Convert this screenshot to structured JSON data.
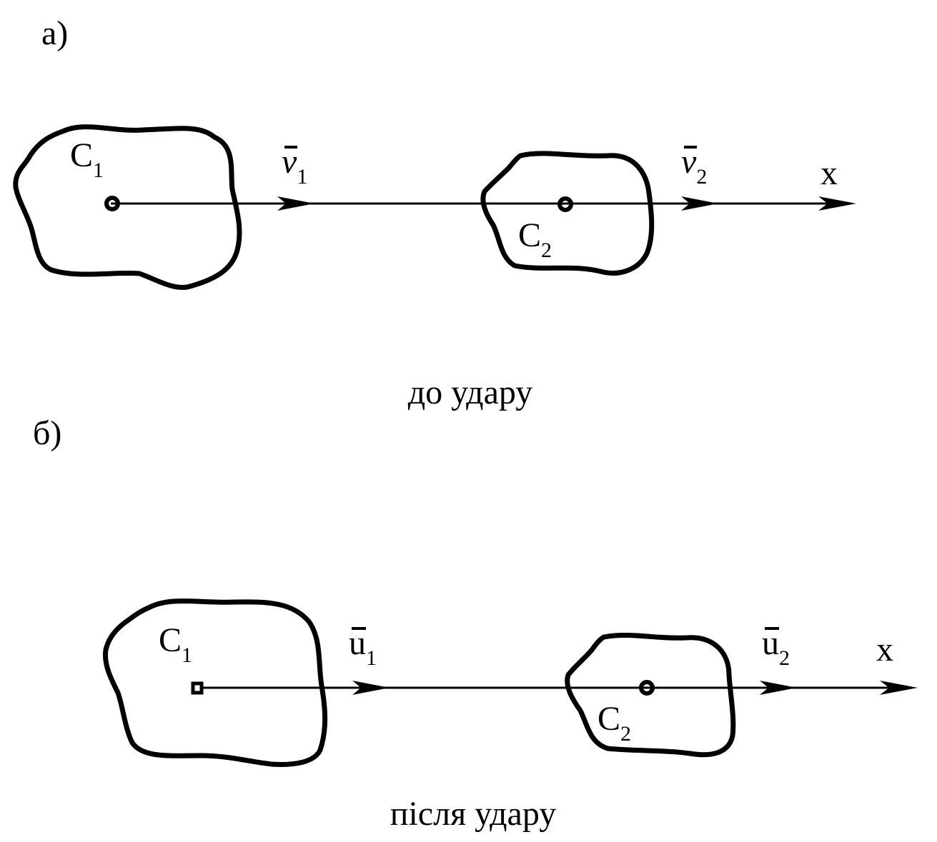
{
  "panel_a": {
    "label": "а)",
    "body1": {
      "center": "C",
      "center_sub": "1"
    },
    "body2": {
      "center": "C",
      "center_sub": "2"
    },
    "vec1": {
      "symbol": "v",
      "sub": "1"
    },
    "vec2": {
      "symbol": "v",
      "sub": "2"
    },
    "axis_label": "x",
    "caption": "до удару"
  },
  "panel_b": {
    "label": "б)",
    "body1": {
      "center": "C",
      "center_sub": "1"
    },
    "body2": {
      "center": "C",
      "center_sub": "2"
    },
    "vec1": {
      "symbol": "u",
      "sub": "1"
    },
    "vec2": {
      "symbol": "u",
      "sub": "2"
    },
    "axis_label": "x",
    "caption": "після удару"
  }
}
